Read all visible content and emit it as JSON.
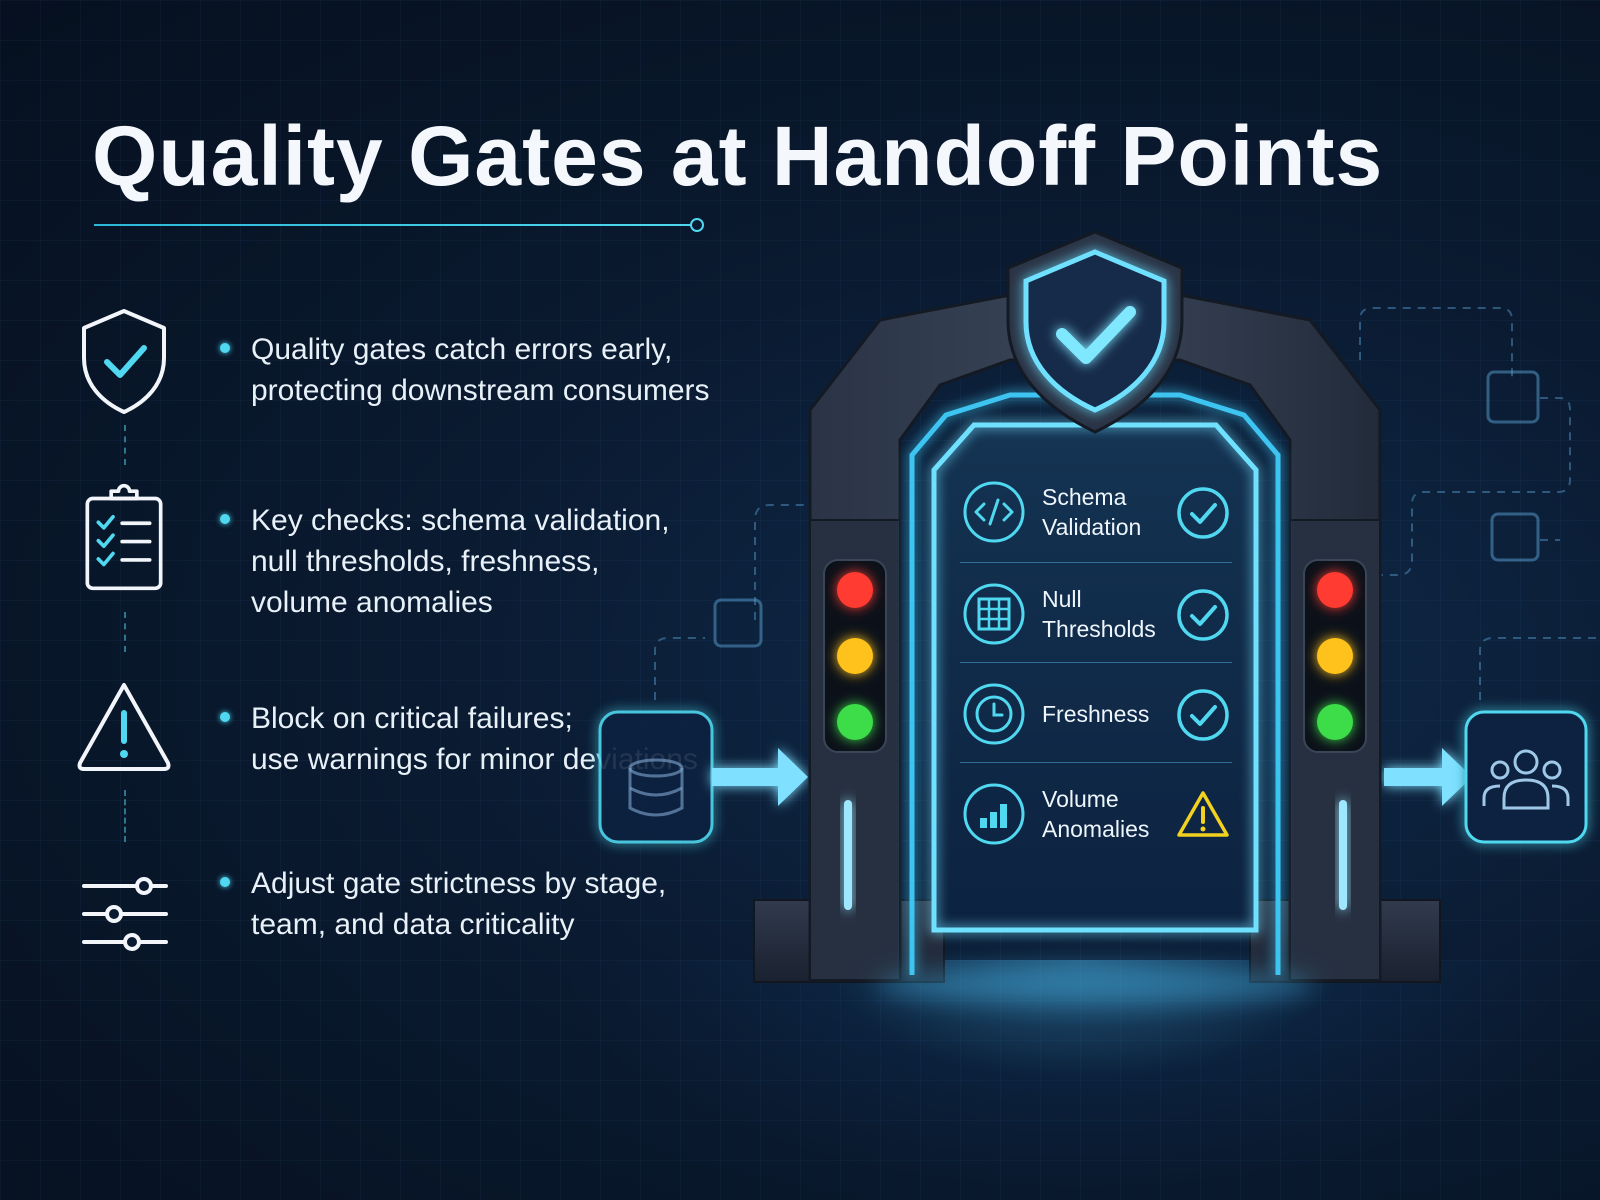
{
  "title": "Quality Gates at Handoff Points",
  "bullets": [
    {
      "icon": "shield-check-icon",
      "lines": [
        "Quality gates catch errors early,",
        "protecting downstream consumers"
      ]
    },
    {
      "icon": "clipboard-checklist-icon",
      "lines": [
        "Key checks: schema validation,",
        "null thresholds, freshness,",
        "volume anomalies"
      ]
    },
    {
      "icon": "warning-triangle-icon",
      "lines": [
        "Block on critical failures;",
        "use warnings for minor deviations"
      ]
    },
    {
      "icon": "sliders-icon",
      "lines": [
        "Adjust gate strictness by stage,",
        "team, and data criticality"
      ]
    }
  ],
  "gate": {
    "checks": [
      {
        "icon": "code-icon",
        "lines": [
          "Schema",
          "Validation"
        ],
        "status": "pass",
        "status_icon": "check-circle-icon"
      },
      {
        "icon": "grid-table-icon",
        "lines": [
          "Null",
          "Thresholds"
        ],
        "status": "pass",
        "status_icon": "check-circle-icon"
      },
      {
        "icon": "clock-icon",
        "lines": [
          "Freshness"
        ],
        "status": "pass",
        "status_icon": "check-circle-icon"
      },
      {
        "icon": "bar-chart-icon",
        "lines": [
          "Volume",
          "Anomalies"
        ],
        "status": "warning",
        "status_icon": "warning-icon"
      }
    ],
    "input_icon": "database-icon",
    "output_icon": "users-icon",
    "top_icon": "shield-check-icon"
  },
  "colors": {
    "accent": "#4fd8f0",
    "pass": "#4fd8f0",
    "warning": "#f2d21e",
    "light_red": "#ff3b30",
    "light_yellow": "#ffc21a",
    "light_green": "#3ddc4a"
  }
}
